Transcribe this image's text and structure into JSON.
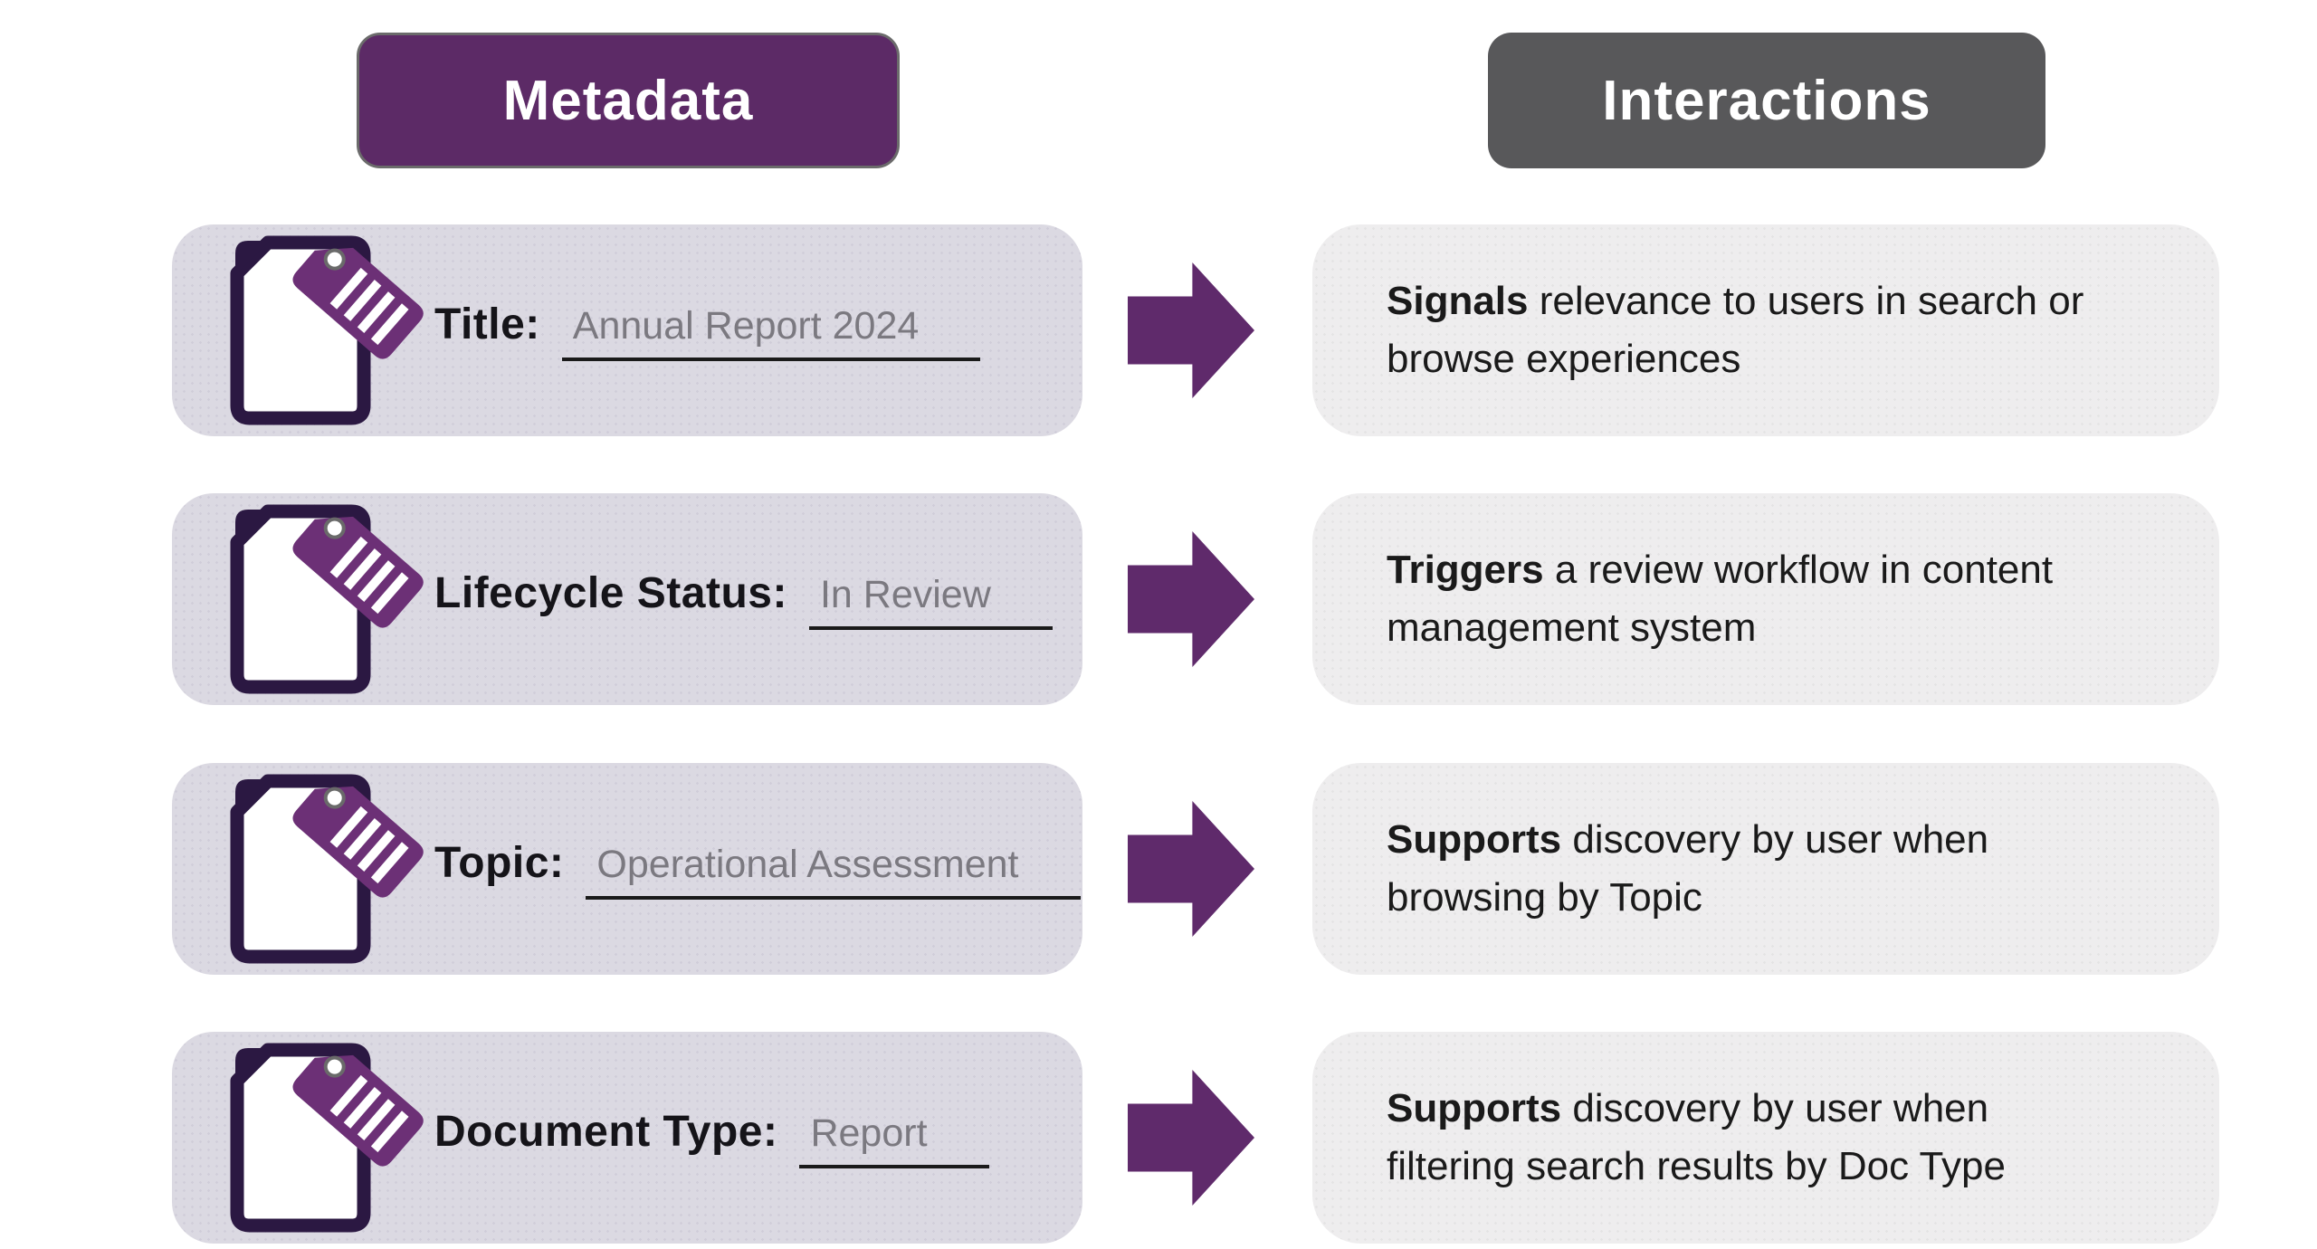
{
  "headers": {
    "metadata": "Metadata",
    "interactions": "Interactions"
  },
  "colors": {
    "left_card_bg": "#DBD9E2",
    "right_card_bg": "#EEEDEE",
    "arrow": "#5F2A6B",
    "tag": "#6C3076",
    "doc_outline": "#2B1842",
    "label_text": "#151419",
    "value_text": "#7B7980",
    "underline": "#1A1A1A",
    "body_text": "#1A1A1A",
    "header_metadata_bg": "#5C2A66",
    "header_metadata_border": "#6B6B6B",
    "header_interactions_bg": "#58585A"
  },
  "rows": [
    {
      "label": "Title:",
      "value": "Annual Report 2024",
      "interaction": {
        "bold": "Signals",
        "line1_rest": " relevance to users in search or",
        "line2": "browse experiences"
      }
    },
    {
      "label": "Lifecycle Status:",
      "value": "In Review",
      "interaction": {
        "bold": "Triggers",
        "line1_rest": " a review workflow in content",
        "line2": "management system"
      }
    },
    {
      "label": "Topic:",
      "value": "Operational Assessment",
      "interaction": {
        "bold": "Supports",
        "line1_rest": " discovery by user when",
        "line2": "browsing by Topic"
      }
    },
    {
      "label": "Document Type:",
      "value": "Report",
      "interaction": {
        "bold": "Supports",
        "line1_rest": " discovery by user when",
        "line2": "filtering search results by Doc Type"
      }
    }
  ]
}
